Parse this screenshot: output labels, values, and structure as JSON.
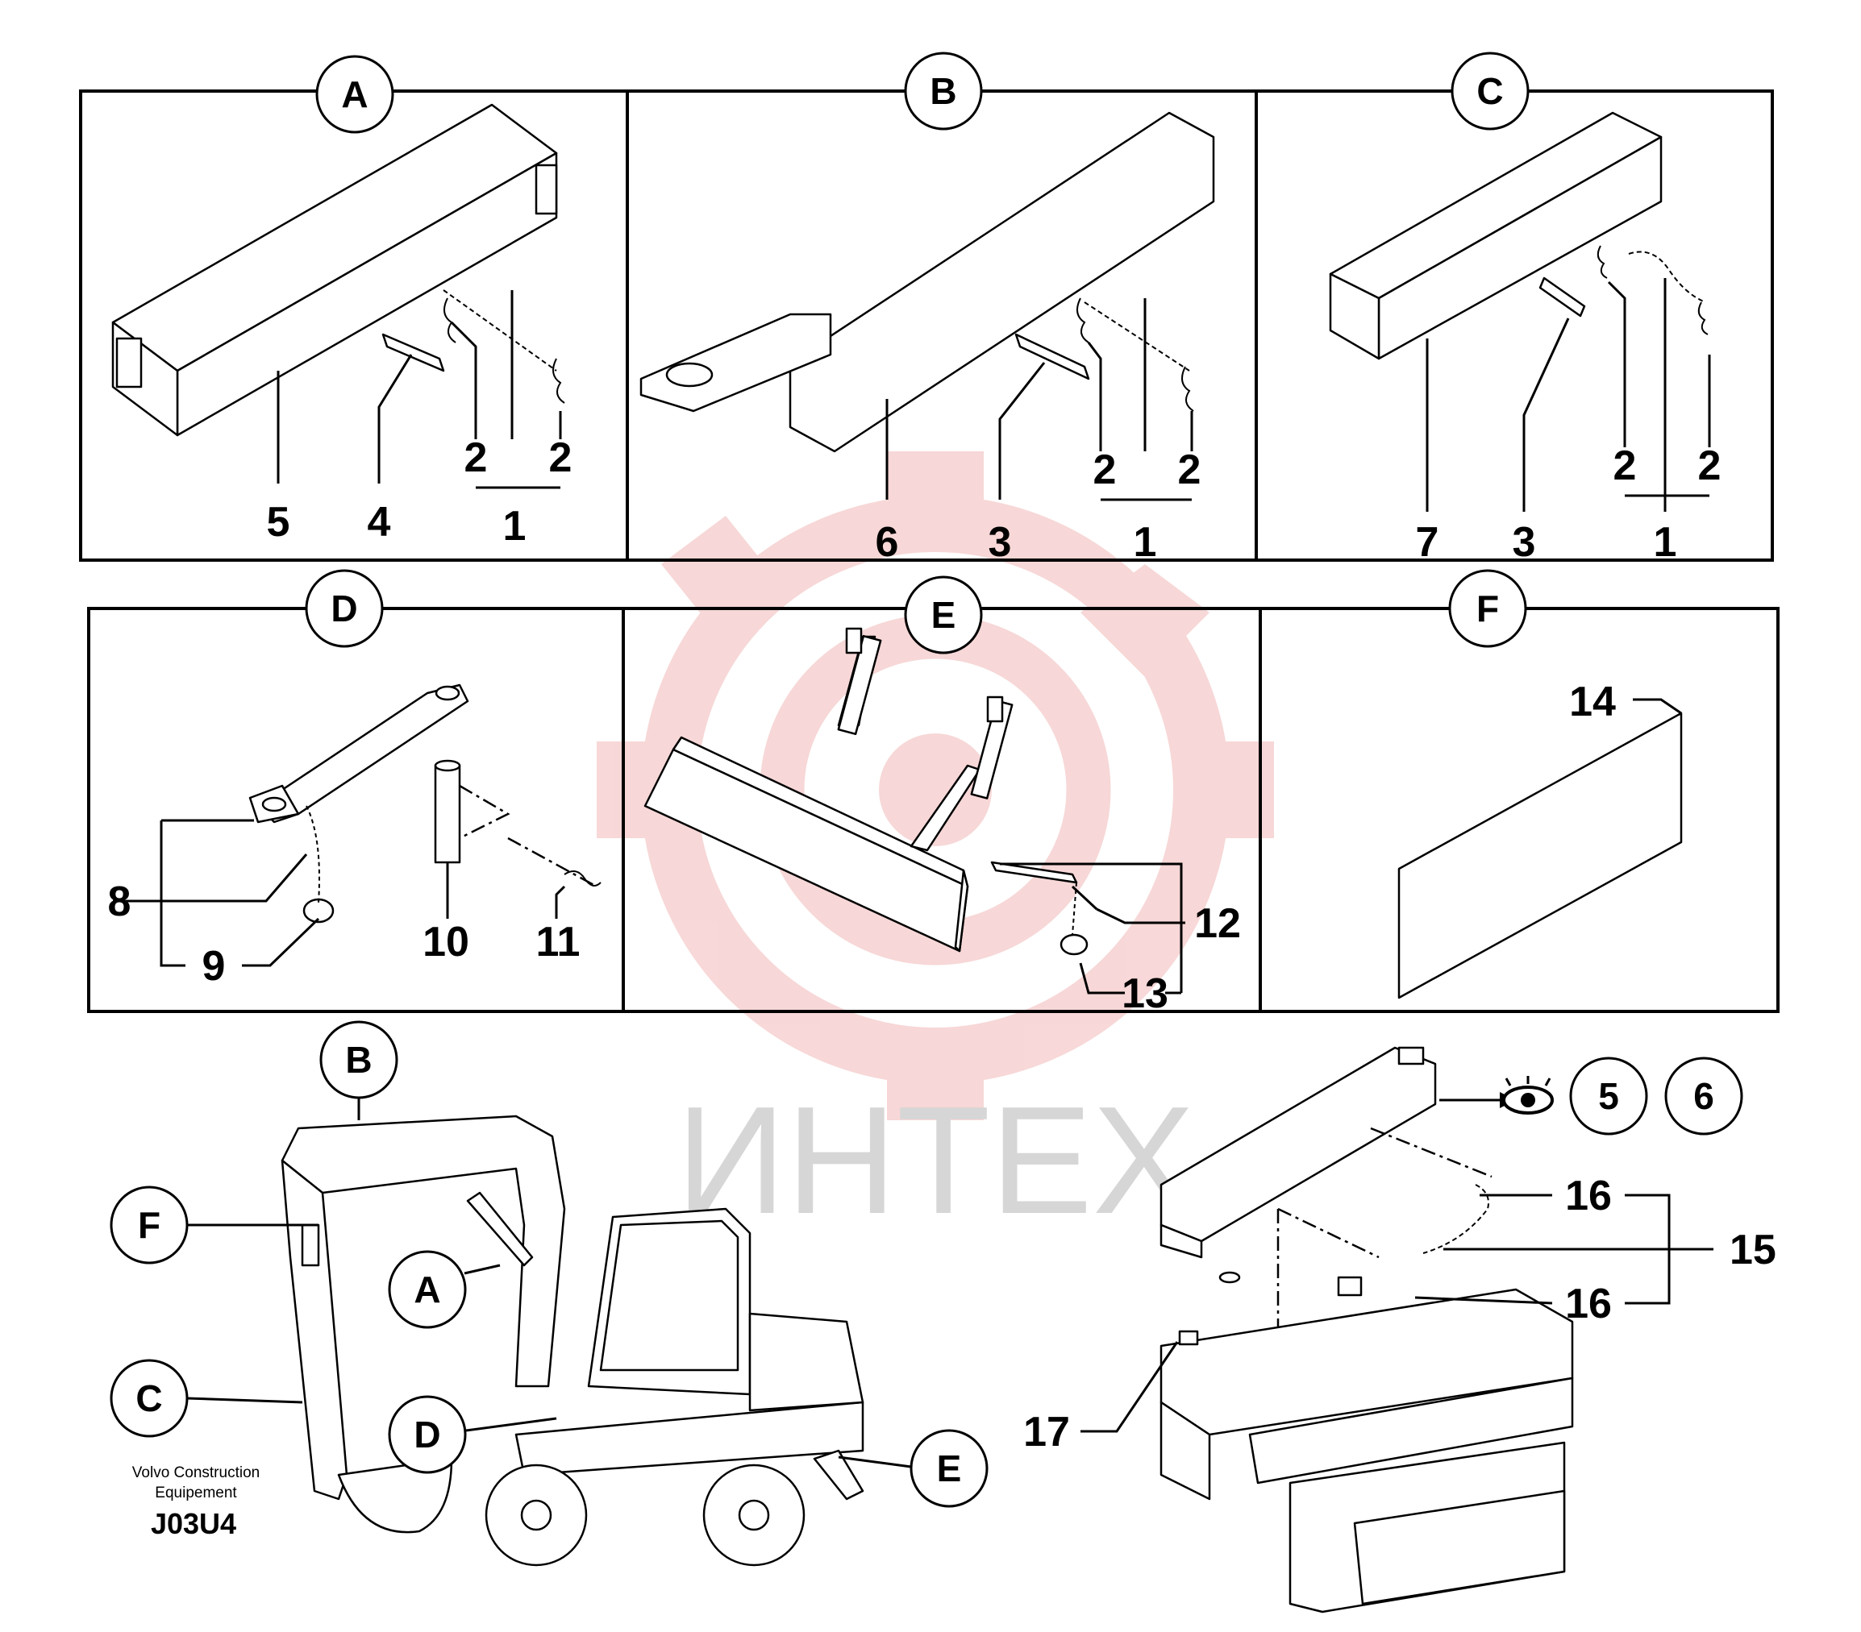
{
  "panels": [
    {
      "id": "A",
      "labels": [
        "5",
        "4",
        "1",
        "2",
        "2"
      ]
    },
    {
      "id": "B",
      "labels": [
        "6",
        "3",
        "1",
        "2",
        "2"
      ]
    },
    {
      "id": "C",
      "labels": [
        "7",
        "3",
        "1",
        "2",
        "2"
      ]
    },
    {
      "id": "D",
      "labels": [
        "8",
        "9",
        "10",
        "11"
      ]
    },
    {
      "id": "E",
      "labels": [
        "12",
        "13"
      ]
    },
    {
      "id": "F",
      "labels": [
        "14"
      ]
    }
  ],
  "machine_callouts": [
    "B",
    "F",
    "A",
    "C",
    "D",
    "E"
  ],
  "detail": {
    "labels": [
      "16",
      "15",
      "16",
      "17"
    ],
    "see_also": [
      "5",
      "6"
    ]
  },
  "footer": {
    "maker_line1": "Volvo Construction",
    "maker_line2": "Equipement",
    "code": "J03U4"
  },
  "watermark": "ИНТЕХ",
  "colors": {
    "watermark": "#f2b8b8",
    "watermark_text": "#d6d6d6",
    "line": "#000000"
  }
}
